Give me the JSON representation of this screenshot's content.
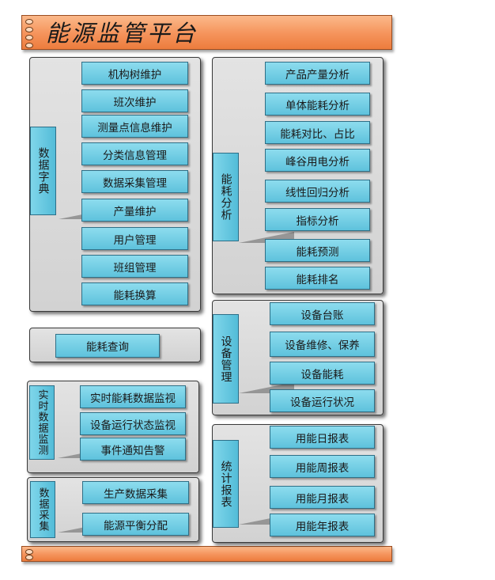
{
  "title": "能源监管平台",
  "groups": {
    "dictionary": {
      "label": "数据字典",
      "items": [
        "机构树维护",
        "班次维护",
        "测量点信息维护",
        "分类信息管理",
        "数据采集管理",
        "产量维护",
        "用户管理",
        "班组管理",
        "能耗换算"
      ]
    },
    "energy_query": {
      "label": "能耗查询"
    },
    "realtime": {
      "label": "实时数据监测",
      "items": [
        "实时能耗数据监视",
        "设备运行状态监视",
        "事件通知告警"
      ]
    },
    "collection": {
      "label": "数据采集",
      "items": [
        "生产数据采集",
        "能源平衡分配"
      ]
    },
    "analysis": {
      "label": "能耗分析",
      "items": [
        "产品产量分析",
        "单体能耗分析",
        "能耗对比、占比",
        "峰谷用电分析",
        "线性回归分析",
        "指标分析",
        "能耗预测",
        "能耗排名"
      ]
    },
    "equipment": {
      "label": "设备管理",
      "items": [
        "设备台账",
        "设备维修、保养",
        "设备能耗",
        "设备运行状况"
      ]
    },
    "reports": {
      "label": "统计报表",
      "items": [
        "用能日报表",
        "用能周报表",
        "用能月报表",
        "用能年报表"
      ]
    }
  }
}
